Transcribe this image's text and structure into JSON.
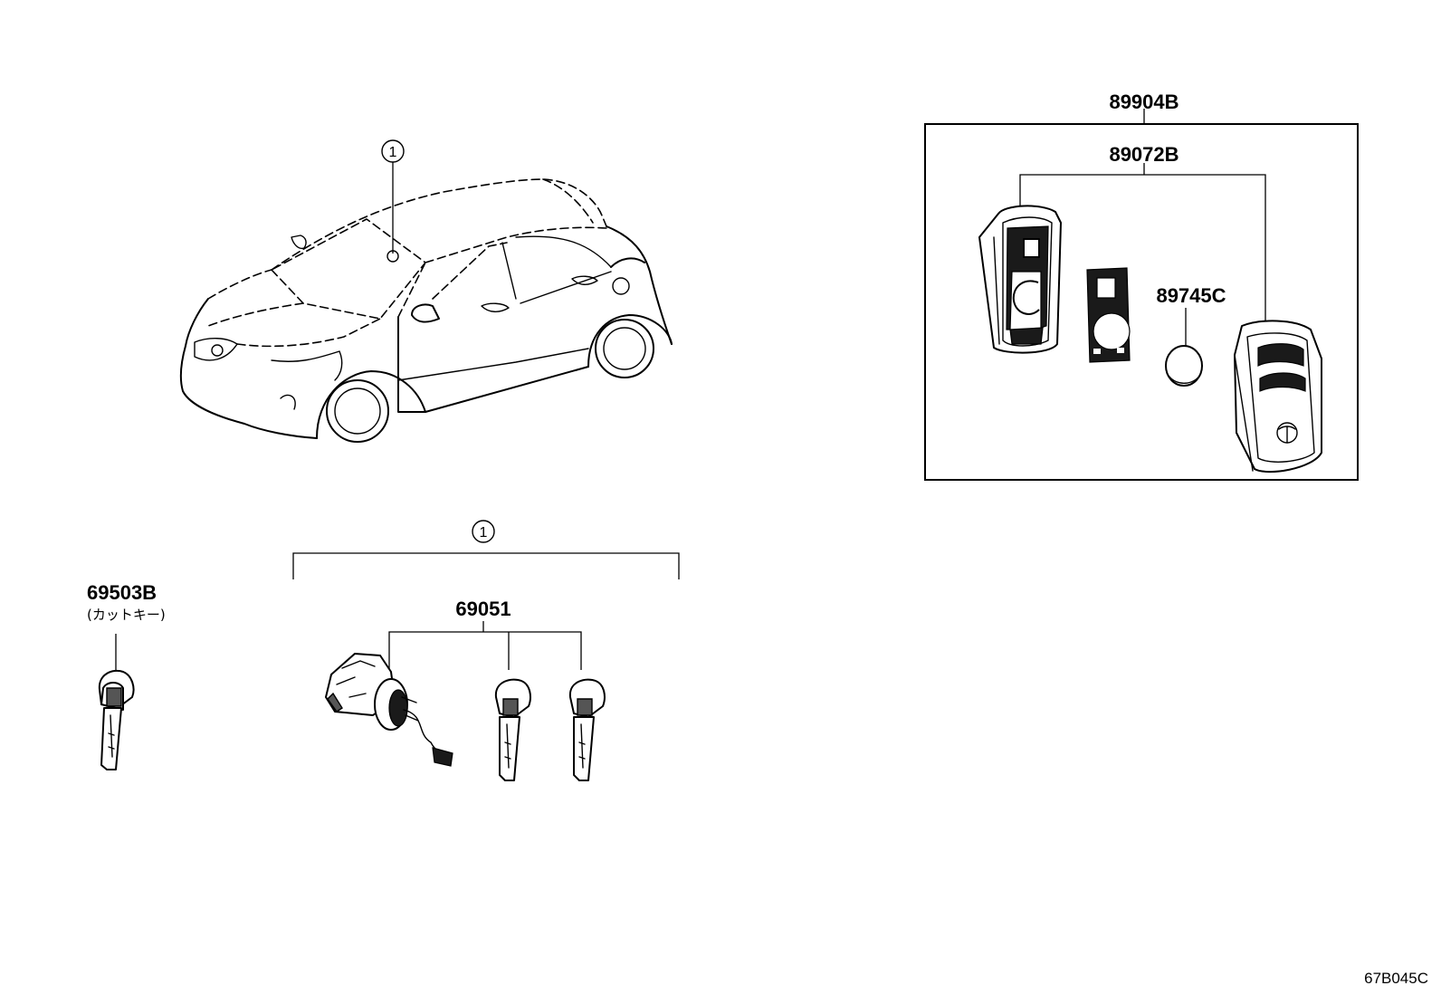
{
  "labels": {
    "assembly_box": "89904B",
    "transmitter_case": "89072B",
    "battery": "89745C",
    "cut_key": "69503B",
    "cut_key_note": "(カットキー)",
    "cylinder_set": "69051",
    "callout_vehicle": "1",
    "callout_set": "1"
  },
  "diagram_code": "67B045C"
}
